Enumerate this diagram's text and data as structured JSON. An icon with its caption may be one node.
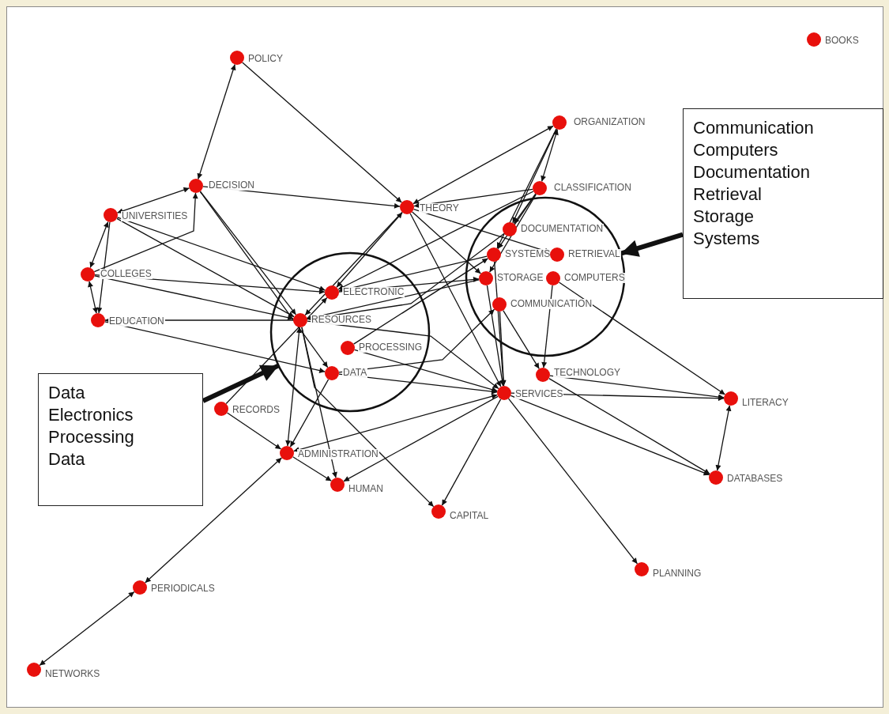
{
  "diagram": {
    "nodes": [
      {
        "text": [
          "POLICY"
        ]
      },
      {
        "text": [
          "BOOKS"
        ]
      },
      {
        "text": [
          "ORGANIZATION"
        ]
      },
      {
        "text": [
          "DECISION"
        ]
      },
      {
        "text": [
          "THEORY"
        ]
      },
      {
        "text": [
          "CLASSIFICATION"
        ]
      },
      {
        "text": [
          "UNIVERSITIES"
        ]
      },
      {
        "text": [
          "COLLEGES"
        ]
      },
      {
        "text": [
          "EDUCATION"
        ]
      },
      {
        "text": [],
        "shape": "circle"
      },
      {
        "text": [
          "DOCUMENTATION"
        ],
        "in": 9
      },
      {
        "text": [
          "SYSTEMS"
        ],
        "in": 9
      },
      {
        "text": [
          "RETRIEVAL"
        ],
        "in": 9
      },
      {
        "text": [
          "STORAGE"
        ],
        "in": 9
      },
      {
        "text": [
          "COMPUTERS"
        ],
        "in": 9
      },
      {
        "text": [
          "COMMUNICATION"
        ],
        "in": 9
      },
      {
        "text": [],
        "shape": "circle"
      },
      {
        "text": [
          "ELECTRONIC"
        ],
        "in": 16
      },
      {
        "text": [
          "RESOURCES"
        ],
        "in": 16
      },
      {
        "text": [
          "PROCESSING"
        ],
        "in": 16
      },
      {
        "text": [
          "DATA"
        ],
        "in": 16
      },
      {
        "text": [
          "TECHNOLOGY"
        ]
      },
      {
        "text": [
          "SERVICES"
        ]
      },
      {
        "text": [
          "LITERACY"
        ]
      },
      {
        "text": [
          "RECORDS"
        ]
      },
      {
        "text": [
          "ADMINISTRATION"
        ]
      },
      {
        "text": [
          "HUMAN"
        ]
      },
      {
        "text": [
          "CAPITAL"
        ]
      },
      {
        "text": [
          "DATABASES"
        ]
      },
      {
        "text": [
          "PLANNING"
        ]
      },
      {
        "text": [
          "PERIODICALS"
        ]
      },
      {
        "text": [
          "NETWORKS"
        ]
      },
      {
        "text": [
          "Data",
          "Electronics",
          "Processing",
          "Data"
        ]
      },
      {
        "text": [
          "Communication",
          "Computers",
          "Documentation",
          "Retrieval",
          "Storage",
          "Systems"
        ]
      }
    ],
    "edges": [
      {
        "from": 0,
        "to": 3,
        "arrow": "both"
      },
      {
        "from": 0,
        "to": 4,
        "arrow": "to"
      },
      {
        "from": 3,
        "to": 4,
        "arrow": "to"
      },
      {
        "from": 6,
        "to": 3,
        "arrow": "both"
      },
      {
        "from": 7,
        "to": 3,
        "arrow": "to"
      },
      {
        "from": 6,
        "to": 7,
        "arrow": "both"
      },
      {
        "from": 7,
        "to": 8,
        "arrow": "both"
      },
      {
        "from": 6,
        "to": 8,
        "arrow": "to"
      },
      {
        "from": 6,
        "to": 18,
        "arrow": "to"
      },
      {
        "from": 6,
        "to": 17,
        "arrow": "to"
      },
      {
        "from": 7,
        "to": 18,
        "arrow": "to"
      },
      {
        "from": 7,
        "to": 17,
        "arrow": "to"
      },
      {
        "from": 18,
        "to": 8,
        "arrow": "to"
      },
      {
        "from": 8,
        "to": 20,
        "arrow": "to"
      },
      {
        "from": 3,
        "to": 18,
        "arrow": "to"
      },
      {
        "from": 3,
        "to": 20,
        "arrow": "to"
      },
      {
        "from": 2,
        "to": 4,
        "arrow": "both"
      },
      {
        "from": 5,
        "to": 4,
        "arrow": "to"
      },
      {
        "from": 4,
        "to": 17,
        "arrow": "both"
      },
      {
        "from": 4,
        "to": 18,
        "arrow": "to"
      },
      {
        "from": 4,
        "to": 22,
        "arrow": "to"
      },
      {
        "from": 4,
        "to": 13,
        "arrow": "to"
      },
      {
        "from": 4,
        "to": 12,
        "arrow": "to"
      },
      {
        "from": 2,
        "to": 5,
        "arrow": "both"
      },
      {
        "from": 2,
        "to": 10,
        "arrow": "to"
      },
      {
        "from": 2,
        "to": 11,
        "arrow": "to"
      },
      {
        "from": 5,
        "to": 10,
        "arrow": "to"
      },
      {
        "from": 5,
        "to": 11,
        "arrow": "to"
      },
      {
        "from": 5,
        "to": 13,
        "arrow": "to"
      },
      {
        "from": 5,
        "to": 17,
        "arrow": "to"
      },
      {
        "from": 11,
        "to": 17,
        "arrow": "to"
      },
      {
        "from": 13,
        "to": 18,
        "arrow": "to"
      },
      {
        "from": 10,
        "to": 18,
        "arrow": "to"
      },
      {
        "from": 14,
        "to": 23,
        "arrow": "to"
      },
      {
        "from": 22,
        "to": 23,
        "arrow": "to"
      },
      {
        "from": 21,
        "to": 23,
        "arrow": "to"
      },
      {
        "from": 22,
        "to": 28,
        "arrow": "to"
      },
      {
        "from": 21,
        "to": 28,
        "arrow": "to"
      },
      {
        "from": 23,
        "to": 28,
        "arrow": "both"
      },
      {
        "from": 22,
        "to": 29,
        "arrow": "to"
      },
      {
        "from": 22,
        "to": 27,
        "arrow": "to"
      },
      {
        "from": 25,
        "to": 22,
        "arrow": "both"
      },
      {
        "from": 25,
        "to": 26,
        "arrow": "to"
      },
      {
        "from": 18,
        "to": 26,
        "arrow": "to"
      },
      {
        "from": 22,
        "to": 26,
        "arrow": "to"
      },
      {
        "from": 18,
        "to": 27,
        "arrow": "to"
      },
      {
        "from": 24,
        "to": 25,
        "arrow": "to"
      },
      {
        "from": 18,
        "to": 25,
        "arrow": "both"
      },
      {
        "from": 20,
        "to": 25,
        "arrow": "to"
      },
      {
        "from": 24,
        "to": 17,
        "arrow": "to"
      },
      {
        "from": 30,
        "to": 25,
        "arrow": "both"
      },
      {
        "from": 30,
        "to": 31,
        "arrow": "both"
      },
      {
        "from": 20,
        "to": 22,
        "arrow": "to"
      },
      {
        "from": 19,
        "to": 22,
        "arrow": "to"
      },
      {
        "from": 18,
        "to": 22,
        "arrow": "to"
      },
      {
        "from": 15,
        "to": 22,
        "arrow": "to"
      },
      {
        "from": 13,
        "to": 22,
        "arrow": "to"
      },
      {
        "from": 11,
        "to": 22,
        "arrow": "to"
      },
      {
        "from": 15,
        "to": 21,
        "arrow": "to"
      },
      {
        "from": 14,
        "to": 21,
        "arrow": "to"
      },
      {
        "from": 17,
        "to": 13,
        "arrow": "to"
      },
      {
        "from": 19,
        "to": 11,
        "arrow": "to"
      },
      {
        "from": 20,
        "to": 15,
        "arrow": "to"
      },
      {
        "from": 32,
        "to": 16,
        "arrow": "to",
        "style": "thick"
      },
      {
        "from": 33,
        "to": 9,
        "arrow": "to",
        "style": "thick"
      }
    ]
  }
}
